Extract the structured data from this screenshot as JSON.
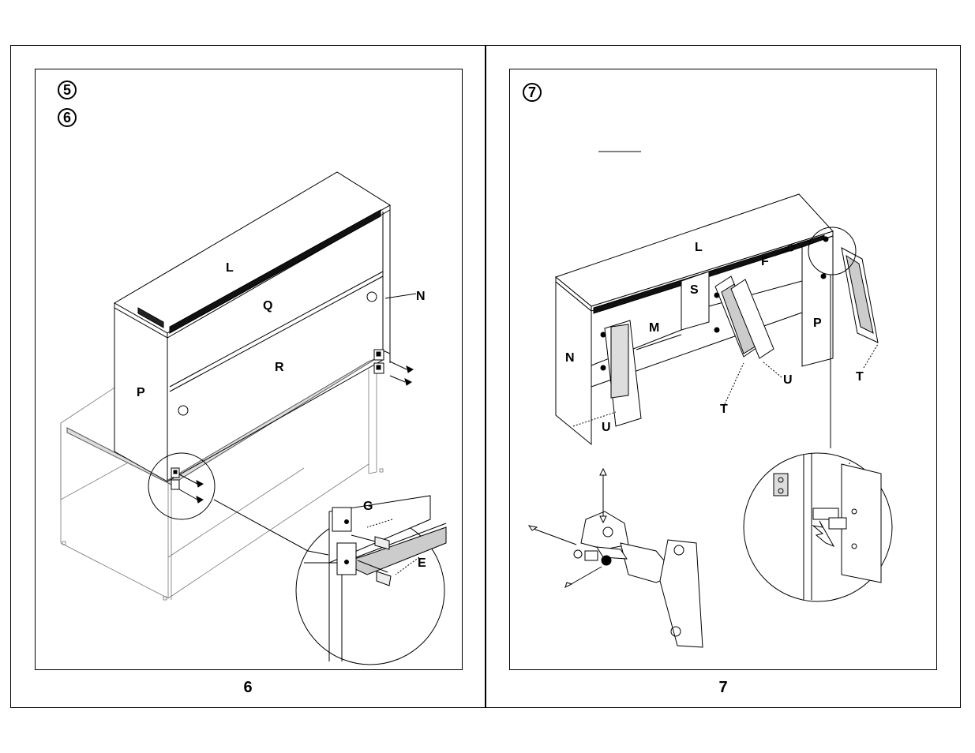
{
  "left_page": {
    "page_number": "6",
    "steps": [
      "5",
      "6"
    ],
    "part_labels": {
      "L": "L",
      "Q": "Q",
      "R": "R",
      "N": "N",
      "P": "P",
      "G": "G",
      "E": "E"
    }
  },
  "right_page": {
    "page_number": "7",
    "steps": [
      "7"
    ],
    "part_labels": {
      "L": "L",
      "F": "F",
      "S": "S",
      "M": "M",
      "N": "N",
      "P": "P",
      "U1": "U",
      "U2": "U",
      "T1": "T",
      "T2": "T"
    }
  }
}
